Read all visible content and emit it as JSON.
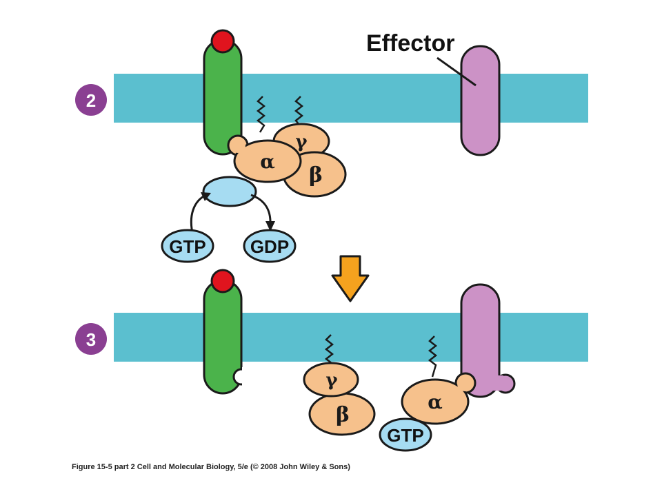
{
  "panels": {
    "top": {
      "step_number": "2"
    },
    "bottom": {
      "step_number": "3"
    }
  },
  "labels": {
    "effector": "Effector",
    "alpha": "α",
    "beta": "β",
    "gamma": "γ",
    "gtp": "GTP",
    "gdp": "GDP"
  },
  "caption": "Figure 15-5 part 2  Cell and Molecular Biology, 5/e (© 2008 John Wiley & Sons)",
  "colors": {
    "membrane": "#5bbfcf",
    "receptor": "#4bb34b",
    "ligand": "#e0141e",
    "effector": "#cc92c6",
    "g_protein": "#f6c18c",
    "nucleotide": "#a6dcf2",
    "step_badge": "#8a3f92",
    "arrow": "#f5a21e"
  }
}
